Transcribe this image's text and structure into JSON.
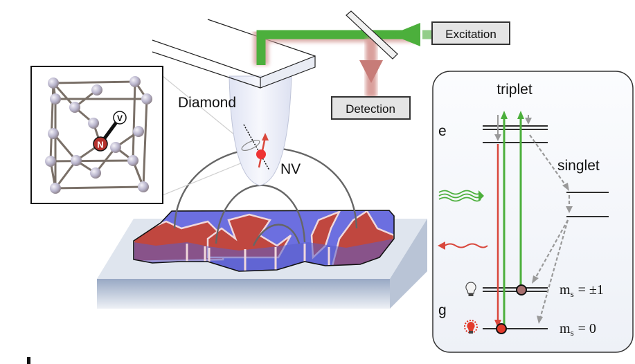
{
  "setup": {
    "excitation_label": "Excitation",
    "detection_label": "Detection",
    "diamond_label": "Diamond",
    "nv_label": "NV"
  },
  "lattice_inset": {
    "nitrogen_label": "N",
    "vacancy_label": "V"
  },
  "energy_levels": {
    "triplet_label": "triplet",
    "singlet_label": "singlet",
    "excited_label": "e",
    "ground_label": "g",
    "ms_pm1": {
      "m": "m",
      "sub": "s",
      "rhs": "= ±1"
    },
    "ms_0": {
      "m": "m",
      "sub": "s",
      "rhs": "= 0"
    }
  },
  "colors": {
    "excitation_green": "#4caf3c",
    "emission_red": "#d9473c",
    "domain_red": "#c0473f",
    "domain_blue": "#6c6fe0",
    "substrate": "#c9d3e2"
  },
  "icons": [
    "bulb-off-icon",
    "bulb-on-icon",
    "mirror-icon"
  ]
}
